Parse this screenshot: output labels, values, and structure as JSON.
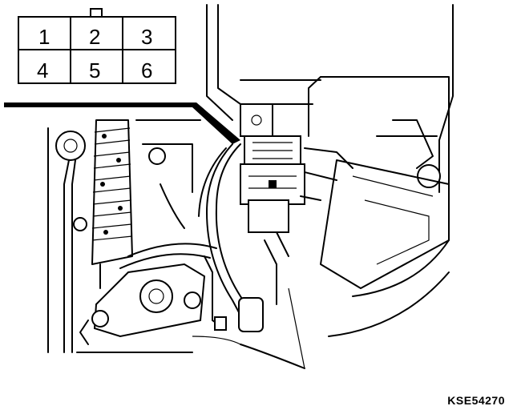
{
  "connector": {
    "pins": [
      "1",
      "2",
      "3",
      "4",
      "5",
      "6"
    ]
  },
  "figure_code": "KSE54270"
}
